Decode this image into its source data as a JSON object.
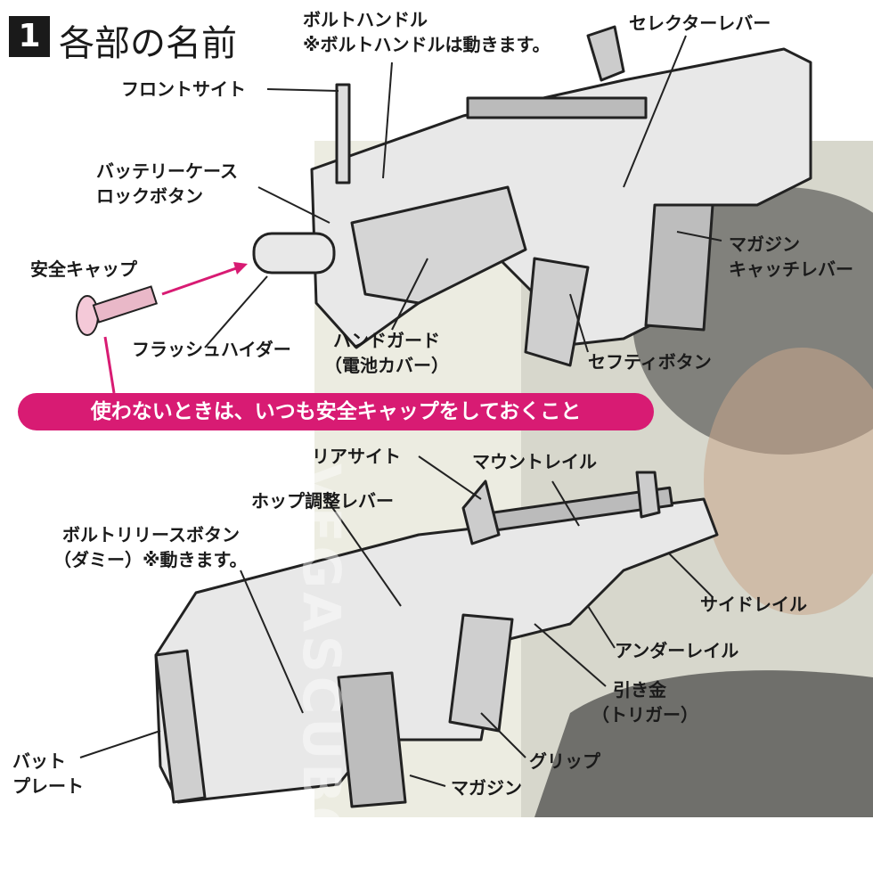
{
  "title": {
    "number": "1",
    "text": "各部の名前"
  },
  "warning": "使わないときは、いつも安全キャップをしておくこと",
  "labels": {
    "bolt_handle": "ボルトハンドル",
    "bolt_handle_note": "※ボルトハンドルは動きます。",
    "selector_lever": "セレクターレバー",
    "front_sight": "フロントサイト",
    "battery_case_lock_1": "バッテリーケース",
    "battery_case_lock_2": "ロックボタン",
    "safety_cap": "安全キャップ",
    "magazine_catch_1": "マガジン",
    "magazine_catch_2": "キャッチレバー",
    "flash_hider": "フラッシュハイダー",
    "hand_guard_1": "ハンドガード",
    "hand_guard_2": "（電池カバー）",
    "safety_button": "セフティボタン",
    "rear_sight": "リアサイト",
    "mount_rail": "マウントレイル",
    "hop_lever": "ホップ調整レバー",
    "bolt_release_1": "ボルトリリースボタン",
    "bolt_release_2": "（ダミー）※動きます。",
    "side_rail": "サイドレイル",
    "under_rail": "アンダーレイル",
    "trigger_1": "引き金",
    "trigger_2": "（トリガー）",
    "grip": "グリップ",
    "butt_plate_1": "バット",
    "butt_plate_2": "プレート",
    "magazine": "マガジン"
  },
  "colors": {
    "warning_bg": "#d81b73",
    "text": "#1a1a1a",
    "arrow": "#d81b73"
  }
}
